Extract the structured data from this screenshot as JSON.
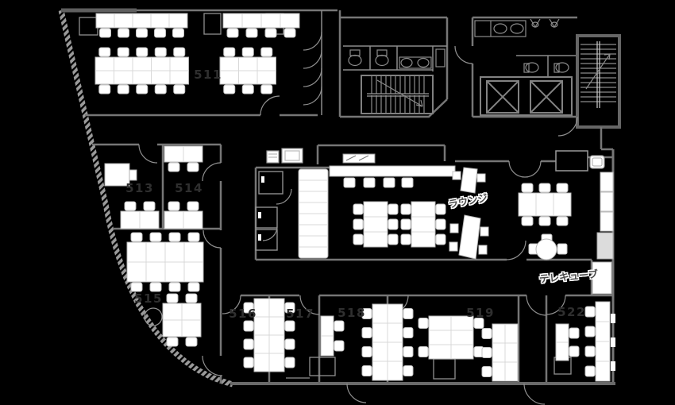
{
  "floorplan": {
    "rooms": [
      {
        "id": "room-511",
        "label": "511"
      },
      {
        "id": "room-513",
        "label": "513"
      },
      {
        "id": "room-514",
        "label": "514"
      },
      {
        "id": "room-515",
        "label": "515"
      },
      {
        "id": "room-516",
        "label": "516"
      },
      {
        "id": "room-517",
        "label": "517"
      },
      {
        "id": "room-518",
        "label": "518"
      },
      {
        "id": "room-519",
        "label": "519"
      },
      {
        "id": "room-522",
        "label": "522"
      }
    ],
    "areas": [
      {
        "id": "lounge",
        "label": "ラウンジ"
      },
      {
        "id": "telecube",
        "label": "テレキューブ"
      }
    ],
    "colors": {
      "background": "#000000",
      "wall": "#767676",
      "furniture": "#ffffff",
      "room_label": "#2f2f2f",
      "area_label": "#4a4a4a",
      "area_label_halo": "#ffffff"
    }
  }
}
